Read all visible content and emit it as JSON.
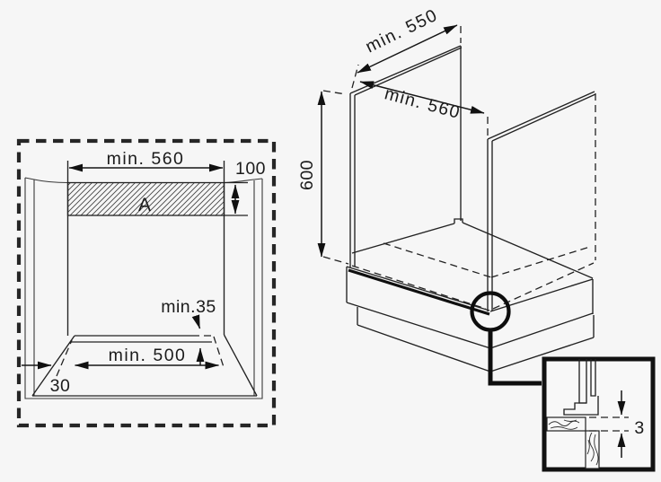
{
  "diagram_title": "built-in-oven-cabinet-installation-dimensions",
  "colors": {
    "background": "#f6f6f6",
    "line": "#1b1b1b"
  },
  "front_view": {
    "labels": {
      "niche_width": "min. 560",
      "vent_height": "100",
      "vent_area": "A",
      "rear_clearance": "min.35",
      "floor_depth": "min. 500",
      "side_offset": "30"
    }
  },
  "iso_view": {
    "labels": {
      "top_depth": "min. 550",
      "inner_width": "min. 560",
      "niche_height": "600"
    }
  },
  "detail_view": {
    "labels": {
      "gap": "3"
    }
  }
}
